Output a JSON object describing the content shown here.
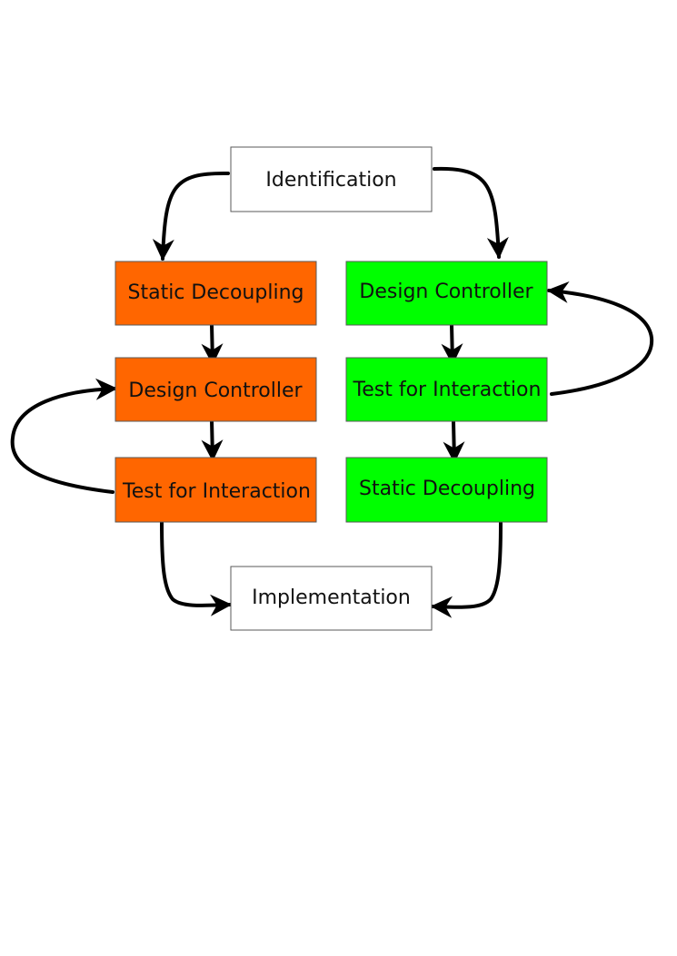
{
  "colors": {
    "neutral": "#ffffff",
    "orange": "#ff6600",
    "green": "#00ff00",
    "border": "#5a5a5a",
    "arrow": "#000000"
  },
  "nodes": {
    "identification": {
      "label": "Identification",
      "color": "neutral"
    },
    "left_static": {
      "label": "Static Decoupling",
      "color": "orange"
    },
    "left_design": {
      "label": "Design Controller",
      "color": "orange"
    },
    "left_test": {
      "label": "Test for Interaction",
      "color": "orange"
    },
    "right_design": {
      "label": "Design Controller",
      "color": "green"
    },
    "right_test": {
      "label": "Test for Interaction",
      "color": "green"
    },
    "right_static": {
      "label": "Static Decoupling",
      "color": "green"
    },
    "implementation": {
      "label": "Implementation",
      "color": "neutral"
    }
  },
  "edges": [
    {
      "from": "identification",
      "to": "left_static"
    },
    {
      "from": "identification",
      "to": "right_design"
    },
    {
      "from": "left_static",
      "to": "left_design"
    },
    {
      "from": "left_design",
      "to": "left_test"
    },
    {
      "from": "left_test",
      "to": "left_design",
      "kind": "feedback"
    },
    {
      "from": "right_design",
      "to": "right_test"
    },
    {
      "from": "right_test",
      "to": "right_static"
    },
    {
      "from": "right_test",
      "to": "right_design",
      "kind": "feedback"
    },
    {
      "from": "left_test",
      "to": "implementation"
    },
    {
      "from": "right_static",
      "to": "implementation"
    }
  ]
}
